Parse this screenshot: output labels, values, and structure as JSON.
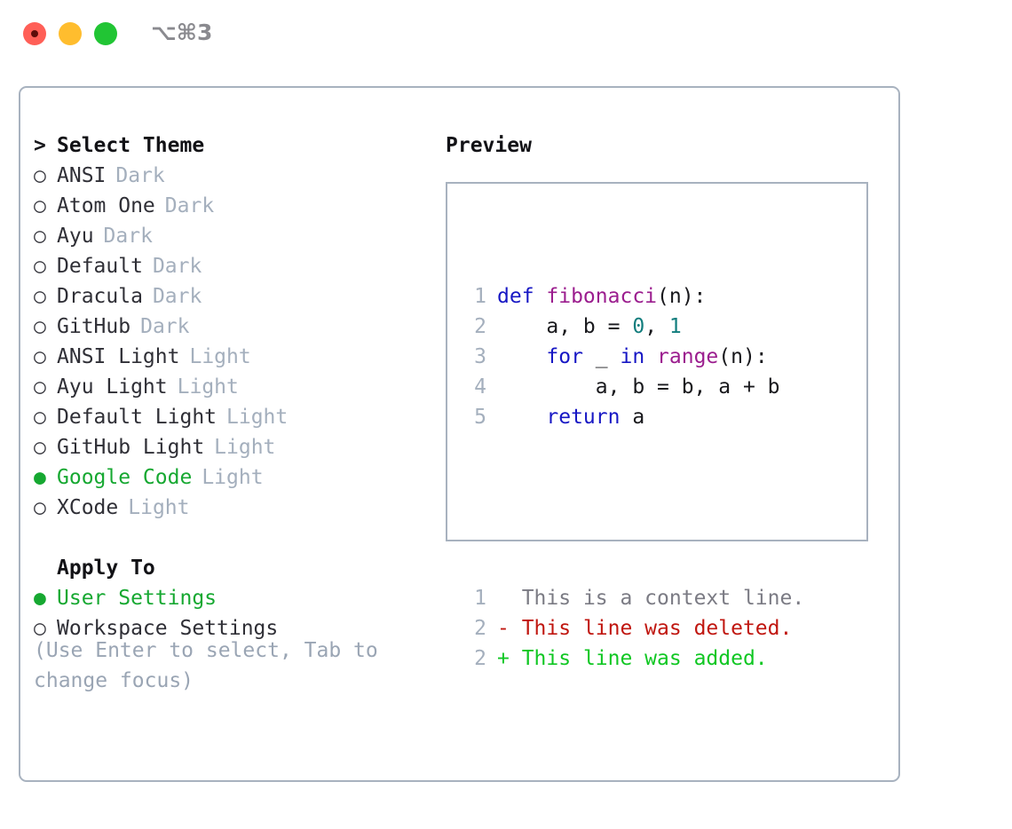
{
  "window": {
    "shortcut_label": "⌥⌘3",
    "traffic_lights": [
      "close",
      "minimize",
      "maximize"
    ]
  },
  "theme_picker": {
    "heading": "Select Theme",
    "caret": ">",
    "marker_off": "○",
    "marker_on": "●",
    "items": [
      {
        "label": "ANSI",
        "tag": "Dark",
        "selected": false
      },
      {
        "label": "Atom One",
        "tag": "Dark",
        "selected": false
      },
      {
        "label": "Ayu",
        "tag": "Dark",
        "selected": false
      },
      {
        "label": "Default",
        "tag": "Dark",
        "selected": false
      },
      {
        "label": "Dracula",
        "tag": "Dark",
        "selected": false
      },
      {
        "label": "GitHub",
        "tag": "Dark",
        "selected": false
      },
      {
        "label": "ANSI Light",
        "tag": "Light",
        "selected": false
      },
      {
        "label": "Ayu Light",
        "tag": "Light",
        "selected": false
      },
      {
        "label": "Default Light",
        "tag": "Light",
        "selected": false
      },
      {
        "label": "GitHub Light",
        "tag": "Light",
        "selected": false
      },
      {
        "label": "Google Code",
        "tag": "Light",
        "selected": true
      },
      {
        "label": "XCode",
        "tag": "Light",
        "selected": false
      }
    ]
  },
  "apply_to": {
    "heading": "Apply To",
    "options": [
      {
        "label": "User Settings",
        "selected": true
      },
      {
        "label": "Workspace Settings",
        "selected": false
      }
    ]
  },
  "hint": "(Use Enter to select, Tab to change focus)",
  "preview": {
    "title": "Preview",
    "code_lines": [
      {
        "num": "1",
        "tokens": [
          {
            "t": "def ",
            "c": "kw"
          },
          {
            "t": "fibonacci",
            "c": "fn"
          },
          {
            "t": "(n):",
            "c": "pl"
          }
        ]
      },
      {
        "num": "2",
        "tokens": [
          {
            "t": "    a, b = ",
            "c": "pl"
          },
          {
            "t": "0",
            "c": "num"
          },
          {
            "t": ", ",
            "c": "pl"
          },
          {
            "t": "1",
            "c": "num"
          }
        ]
      },
      {
        "num": "3",
        "tokens": [
          {
            "t": "    ",
            "c": "pl"
          },
          {
            "t": "for",
            "c": "kw"
          },
          {
            "t": " _ ",
            "c": "pl"
          },
          {
            "t": "in",
            "c": "kw"
          },
          {
            "t": " ",
            "c": "pl"
          },
          {
            "t": "range",
            "c": "fn"
          },
          {
            "t": "(n):",
            "c": "pl"
          }
        ]
      },
      {
        "num": "4",
        "tokens": [
          {
            "t": "        a, b = b, a + b",
            "c": "pl"
          }
        ]
      },
      {
        "num": "5",
        "tokens": [
          {
            "t": "    ",
            "c": "pl"
          },
          {
            "t": "return",
            "c": "kw"
          },
          {
            "t": " a",
            "c": "pl"
          }
        ]
      }
    ],
    "diff_lines": [
      {
        "num": "1",
        "marker": " ",
        "text": " This is a context line.",
        "kind": "context"
      },
      {
        "num": "2",
        "marker": "-",
        "text": " This line was deleted.",
        "kind": "deleted"
      },
      {
        "num": "2",
        "marker": "+",
        "text": " This line was added.",
        "kind": "added"
      }
    ]
  },
  "colors": {
    "accent_green": "#16a831",
    "tag_gray": "#a4afbd",
    "border": "#a8b2bf",
    "keyword": "#1717c4",
    "function": "#9b1d8e",
    "number": "#127d7d",
    "plain": "#18181c",
    "diff_context": "#7b7b84",
    "diff_deleted": "#c0160f",
    "diff_added": "#10c723",
    "close": "#ff5f57",
    "minimize": "#ffbd2e",
    "maximize": "#21c534"
  }
}
